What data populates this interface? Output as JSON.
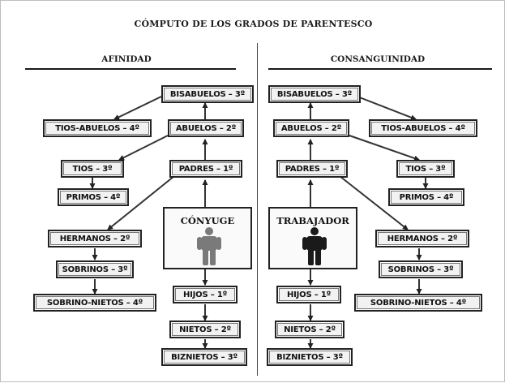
{
  "title": "CÓMPUTO DE LOS GRADOS DE PARENTESCO",
  "columns": {
    "afinidad": "AFINIDAD",
    "consanguinidad": "CONSANGUINIDAD"
  },
  "afinidad": {
    "bisabuelos": "BISABUELOS – 3º",
    "tios_abuelos": "TIOS-ABUELOS – 4º",
    "abuelos": "ABUELOS – 2º",
    "tios": "TIOS – 3º",
    "padres": "PADRES – 1º",
    "primos": "PRIMOS – 4º",
    "hermanos": "HERMANOS – 2º",
    "sobrinos": "SOBRINOS – 3º",
    "sobrino_nietos": "SOBRINO-NIETOS – 4º",
    "hijos": "HIJOS – 1º",
    "nietos": "NIETOS – 2º",
    "biznietos": "BIZNIETOS – 3º",
    "person": "CÓNYUGE"
  },
  "consanguinidad": {
    "bisabuelos": "BISABUELOS – 3º",
    "abuelos": "ABUELOS – 2º",
    "tios_abuelos": "TIOS-ABUELOS – 4º",
    "padres": "PADRES – 1º",
    "tios": "TIOS – 3º",
    "primos": "PRIMOS – 4º",
    "hermanos": "HERMANOS – 2º",
    "sobrinos": "SOBRINOS – 3º",
    "sobrino_nietos": "SOBRINO-NIETOS – 4º",
    "hijos": "HIJOS – 1º",
    "nietos": "NIETOS – 2º",
    "biznietos": "BIZNIETOS – 3º",
    "person": "TRABAJADOR"
  },
  "colors": {
    "conyuge_figure": "#7a7a7a",
    "trabajador_figure": "#1a1a1a",
    "box_border": "#222222",
    "line": "#333333"
  }
}
